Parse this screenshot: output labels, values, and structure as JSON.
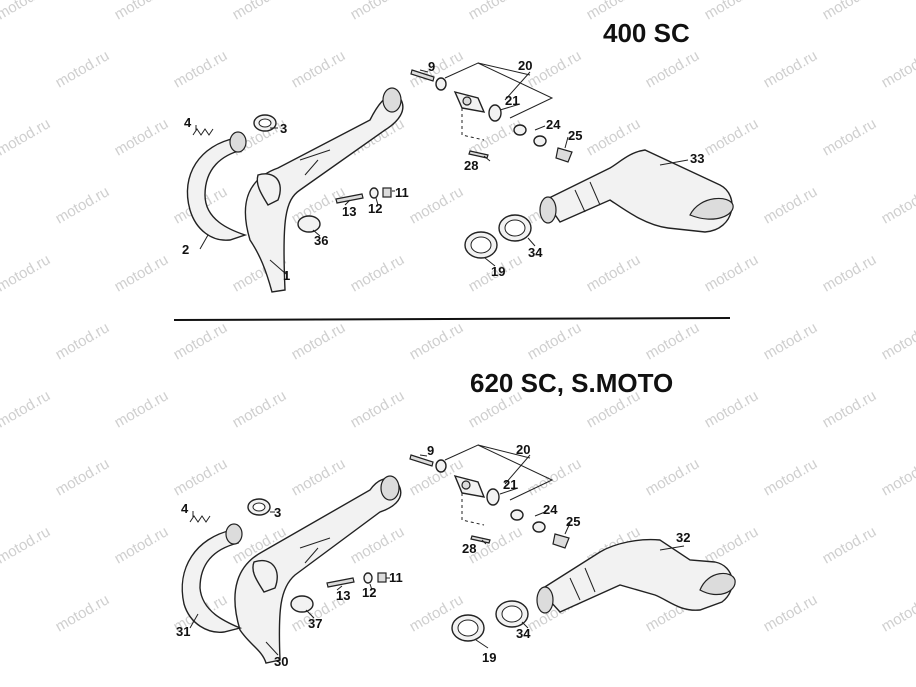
{
  "watermark": "motod.ru",
  "sections": [
    {
      "title": "400 SC",
      "labels": {
        "p1": "1",
        "p2": "2",
        "p3": "3",
        "p4": "4",
        "p9": "9",
        "p11": "11",
        "p12": "12",
        "p13": "13",
        "p19": "19",
        "p20": "20",
        "p21": "21",
        "p24": "24",
        "p25": "25",
        "p28": "28",
        "p33": "33",
        "p34": "34",
        "p36": "36"
      }
    },
    {
      "title": "620 SC, S.MOTO",
      "labels": {
        "p30": "30",
        "p31": "31",
        "p3": "3",
        "p4": "4",
        "p9": "9",
        "p11": "11",
        "p12": "12",
        "p13": "13",
        "p19": "19",
        "p20": "20",
        "p21": "21",
        "p24": "24",
        "p25": "25",
        "p28": "28",
        "p32": "32",
        "p34": "34",
        "p37": "37"
      }
    }
  ]
}
